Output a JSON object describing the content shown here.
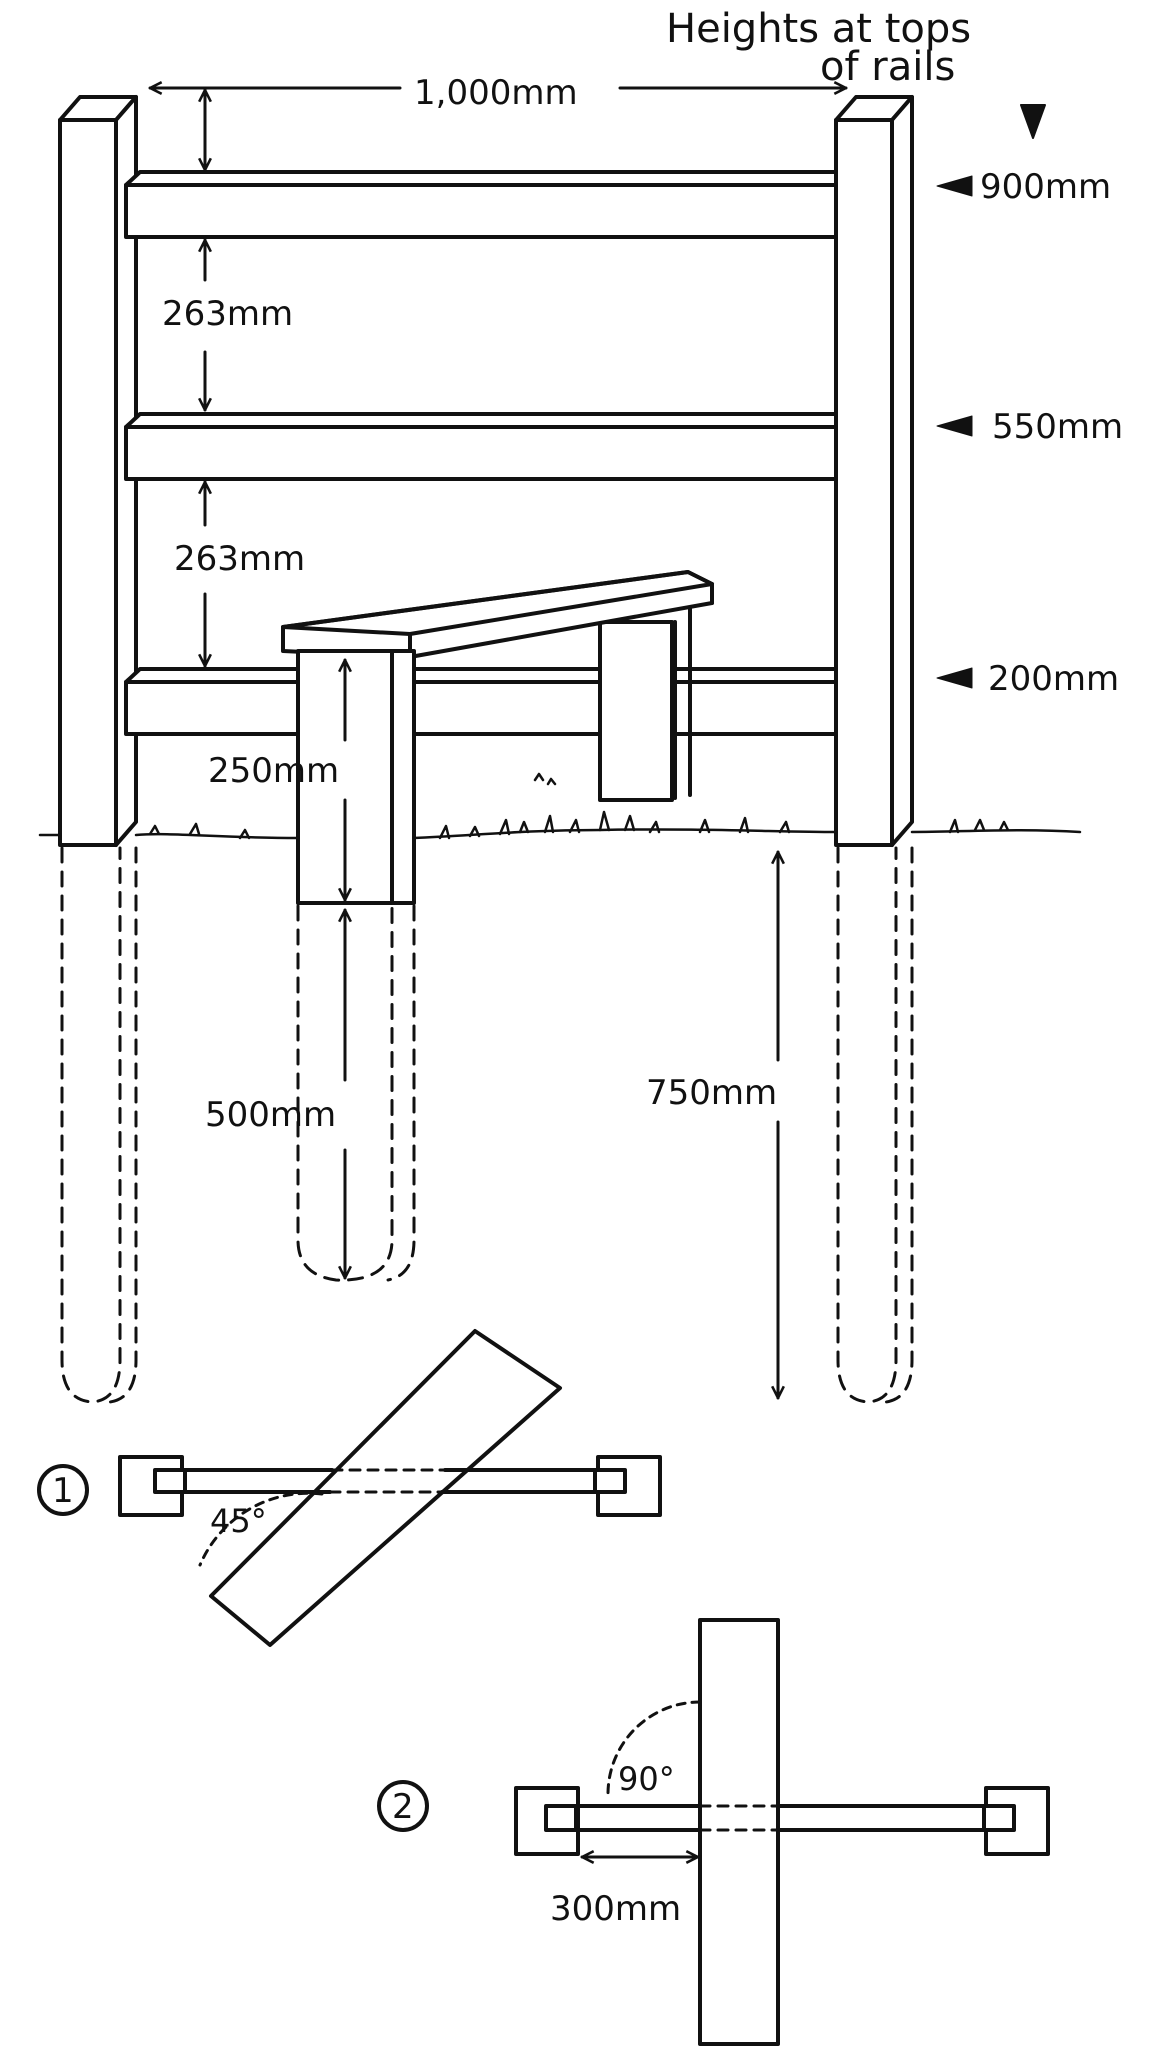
{
  "header": {
    "line1": "Heights at tops",
    "line2": "of rails"
  },
  "dimensions": {
    "post_spacing": "1,000mm",
    "rail_gap_upper": "263mm",
    "rail_gap_lower": "263mm",
    "step_height": "250mm",
    "step_post_depth": "500mm",
    "post_depth": "750mm"
  },
  "rail_heights": [
    {
      "label": "900mm"
    },
    {
      "label": "550mm"
    },
    {
      "label": "200mm"
    }
  ],
  "plan_views": [
    {
      "number": "1",
      "angle": "45°"
    },
    {
      "number": "2",
      "angle": "90°",
      "offset": "300mm"
    }
  ],
  "colors": {
    "ink": "#111111",
    "paper": "#ffffff"
  }
}
